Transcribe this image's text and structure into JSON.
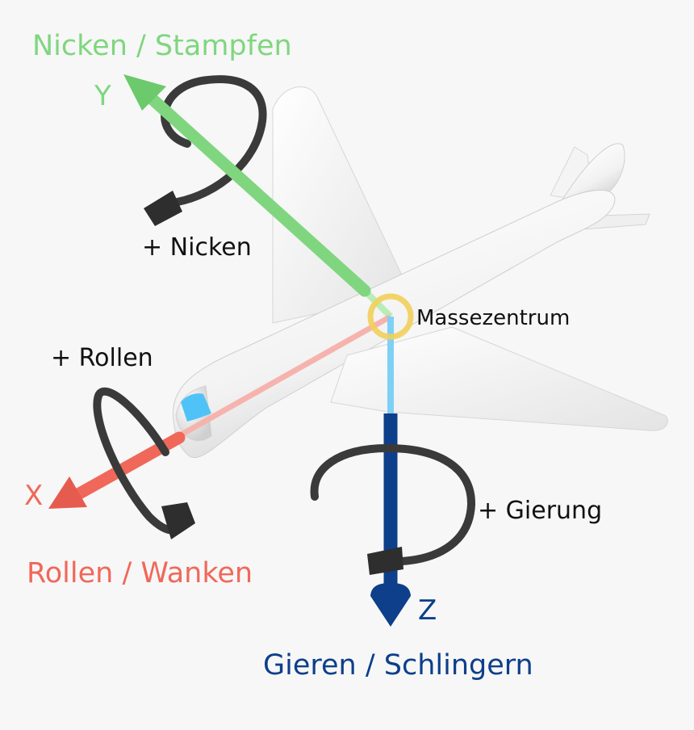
{
  "colors": {
    "background": "#f7f7f7",
    "pitch": "#7fd67f",
    "roll": "#f0685a",
    "yaw": "#0d3f8a",
    "rotation_arrow": "#3a3a3a",
    "center_marker": "#f2cf5a",
    "text": "#111111"
  },
  "labels": {
    "pitch_title": "Nicken / Stampfen",
    "axis_y": "Y",
    "plus_pitch": "+ Nicken",
    "plus_roll": "+ Rollen",
    "axis_x": "X",
    "roll_title": "Rollen / Wanken",
    "center_of_mass": "Massezentrum",
    "plus_yaw": "+ Gierung",
    "axis_z": "Z",
    "yaw_title": "Gieren / Schlingern"
  },
  "icons": {
    "airplane": "airplane-icon",
    "center_marker": "center-of-mass-ring-icon"
  }
}
